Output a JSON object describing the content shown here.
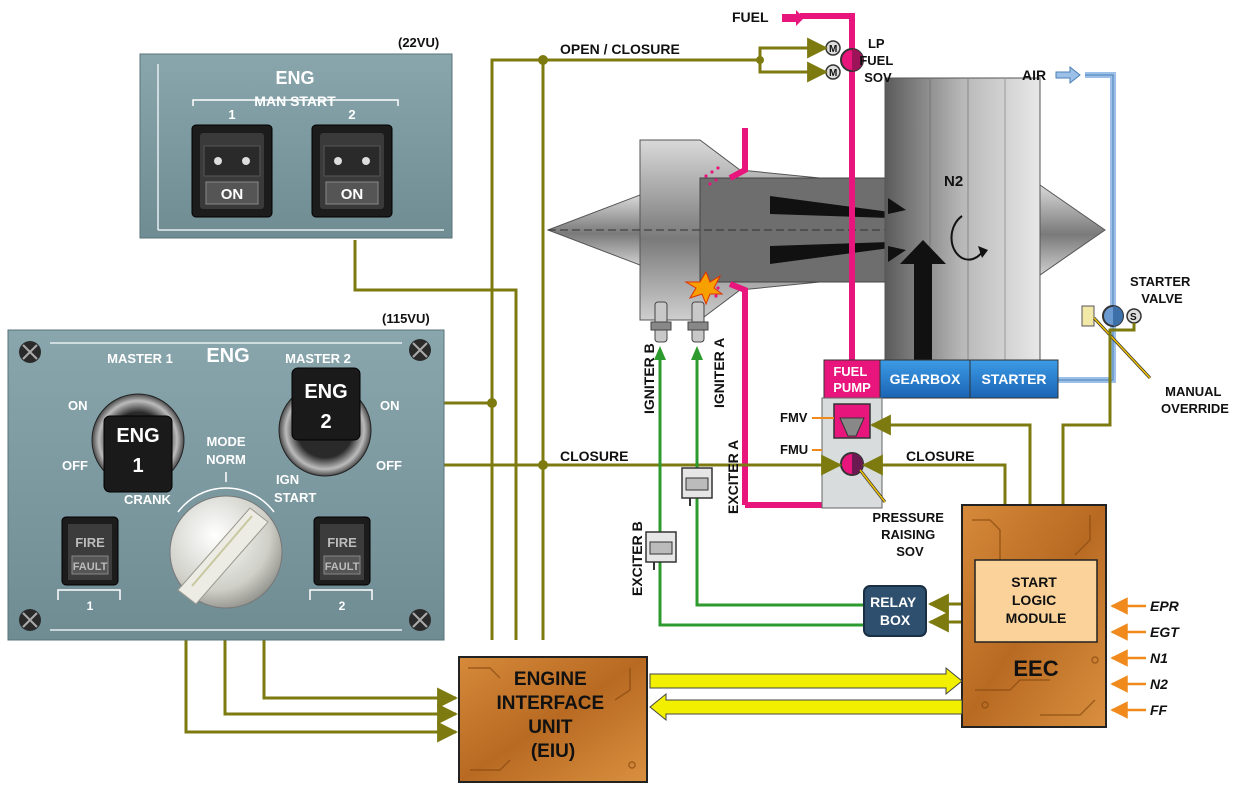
{
  "panel_22vu": {
    "id": "(22VU)",
    "title": "ENG",
    "subtitle": "MAN START",
    "switch1_num": "1",
    "switch2_num": "2",
    "switch1_label": "ON",
    "switch2_label": "ON"
  },
  "panel_115vu": {
    "id": "(115VU)",
    "title": "ENG",
    "master1_label": "MASTER 1",
    "master2_label": "MASTER 2",
    "on_left": "ON",
    "off_left": "OFF",
    "on_right": "ON",
    "off_right": "OFF",
    "eng1_line1": "ENG",
    "eng1_line2": "1",
    "eng2_line1": "ENG",
    "eng2_line2": "2",
    "mode_line1": "MODE",
    "mode_line2": "NORM",
    "crank": "CRANK",
    "ign_line1": "IGN",
    "ign_line2": "START",
    "fire_label": "FIRE",
    "fault_label": "FAULT",
    "fire1_num": "1",
    "fire2_num": "2"
  },
  "labels": {
    "fuel": "FUEL",
    "open_closure": "OPEN / CLOSURE",
    "closure_left": "CLOSURE",
    "closure_right": "CLOSURE",
    "lp_fuel_sov": [
      "LP",
      "FUEL",
      "SOV"
    ],
    "air": "AIR",
    "n2": "N2",
    "starter_valve": [
      "STARTER",
      "VALVE"
    ],
    "manual_override": [
      "MANUAL",
      "OVERRIDE"
    ],
    "fuel_pump": [
      "FUEL",
      "PUMP"
    ],
    "gearbox": "GEARBOX",
    "starter": "STARTER",
    "fmv": "FMV",
    "fmu": "FMU",
    "pressure_raising_sov": [
      "PRESSURE",
      "RAISING",
      "SOV"
    ],
    "igniter_a": "IGNITER A",
    "igniter_b": "IGNITER B",
    "exciter_a": "EXCITER A",
    "exciter_b": "EXCITER B",
    "relay_box": [
      "RELAY",
      "BOX"
    ],
    "eiu": [
      "ENGINE",
      "INTERFACE",
      "UNIT",
      "(EIU)"
    ],
    "start_logic_module": [
      "START",
      "LOGIC",
      "MODULE"
    ],
    "eec": "EEC",
    "motor_symbol": "M",
    "solenoid_symbol": "S",
    "eec_inputs": [
      "EPR",
      "EGT",
      "N1",
      "N2",
      "FF"
    ]
  },
  "colors": {
    "panel": "#7f9ca3",
    "fuel": "#e8167c",
    "signal": "#7d7a10",
    "igniter_wire": "#2c9a2c",
    "air": "#9cc0e8",
    "orange": "#f08a1c",
    "eiu_bus": "#f2f000",
    "relay_box": "#2e4f6e",
    "gearbox": "#1f79c9",
    "board": "#c77a2b"
  }
}
